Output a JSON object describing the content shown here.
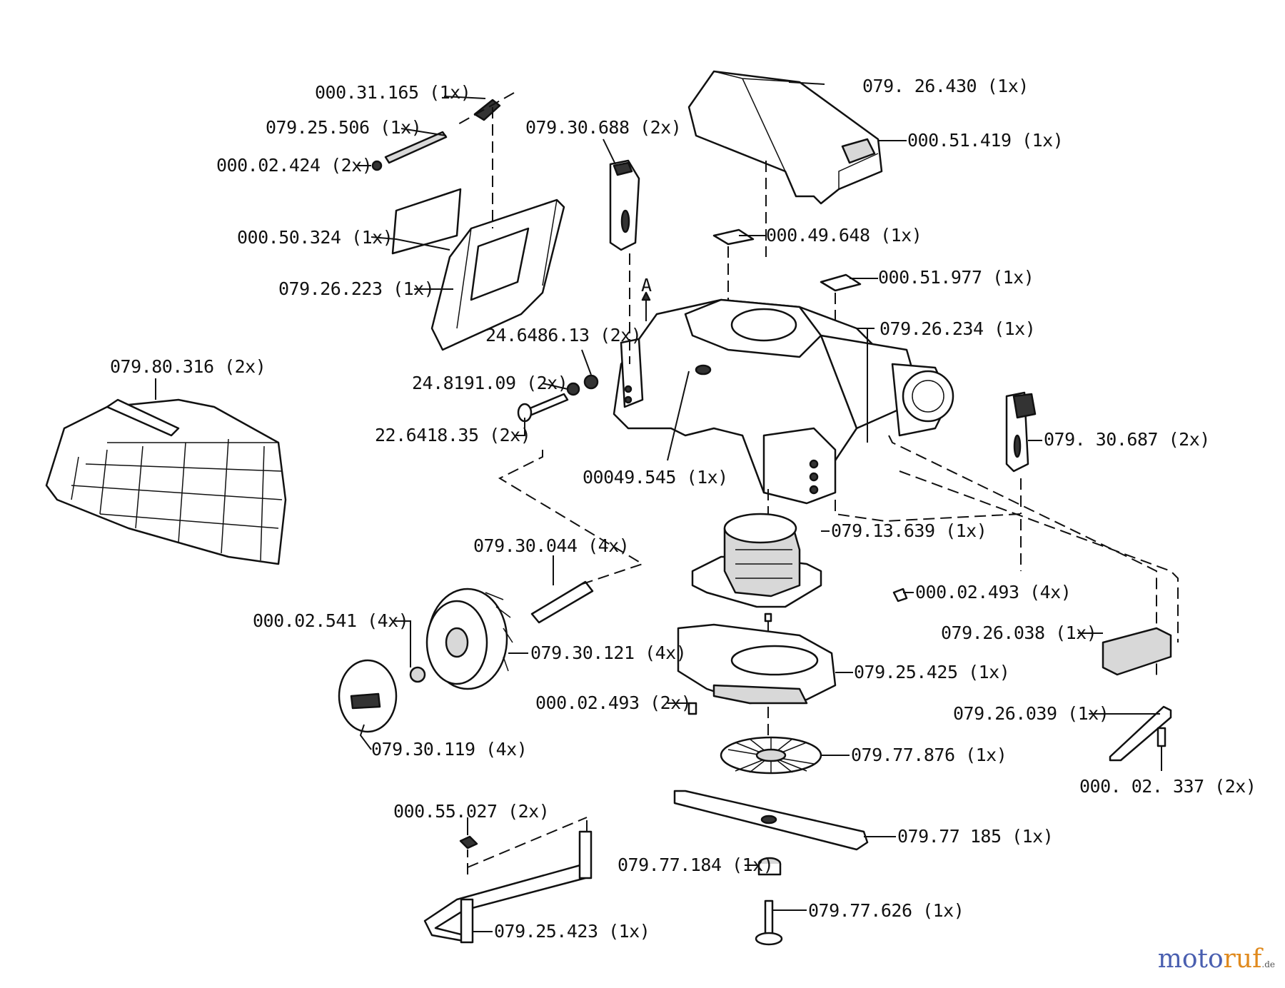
{
  "diagram": {
    "labels": {
      "l01": "000.31.165 (1x)",
      "l02": "079.25.506 (1x)",
      "l03": "000.02.424 (2x)",
      "l04": "000.50.324 (1x)",
      "l05": "079.26.223 (1x)",
      "l06": "079.30.688 (2x)",
      "l07": "079. 26.430 (1x)",
      "l08": "000.51.419 (1x)",
      "l09": "000.49.648 (1x)",
      "l10": "000.51.977 (1x)",
      "l11": "079.26.234 (1x)",
      "l12": "24.6486.13 (2x)",
      "l13": "24.8191.09 (2x)",
      "l14": "22.6418.35 (2x)",
      "l15": "079.80.316 (2x)",
      "l16": "00049.545 (1x)",
      "l17": "079. 30.687 (2x)",
      "l18": "079.13.639 (1x)",
      "l19": "079.30.044 (4x)",
      "l20": "000.02.493 (4x)",
      "l21": "000.02.541 (4x)",
      "l22": "079.30.121 (4x)",
      "l23": "079.26.038 (1x)",
      "l24": "079.25.425 (1x)",
      "l25": "000.02.493 (2x)",
      "l26": "079.26.039 (1x)",
      "l27": "079.30.119 (4x)",
      "l28": "079.77.876 (1x)",
      "l29": "000. 02. 337 (2x)",
      "l30": "000.55.027 (2x)",
      "l31": "079.77 185 (1x)",
      "l32": "079.77.184 (1x)",
      "l33": "079.77.626 (1x)",
      "l34": "079.25.423 (1x)",
      "l35": "A"
    }
  },
  "watermark": {
    "part1": "moto",
    "part2": "ruf",
    "suffix": ".de"
  }
}
